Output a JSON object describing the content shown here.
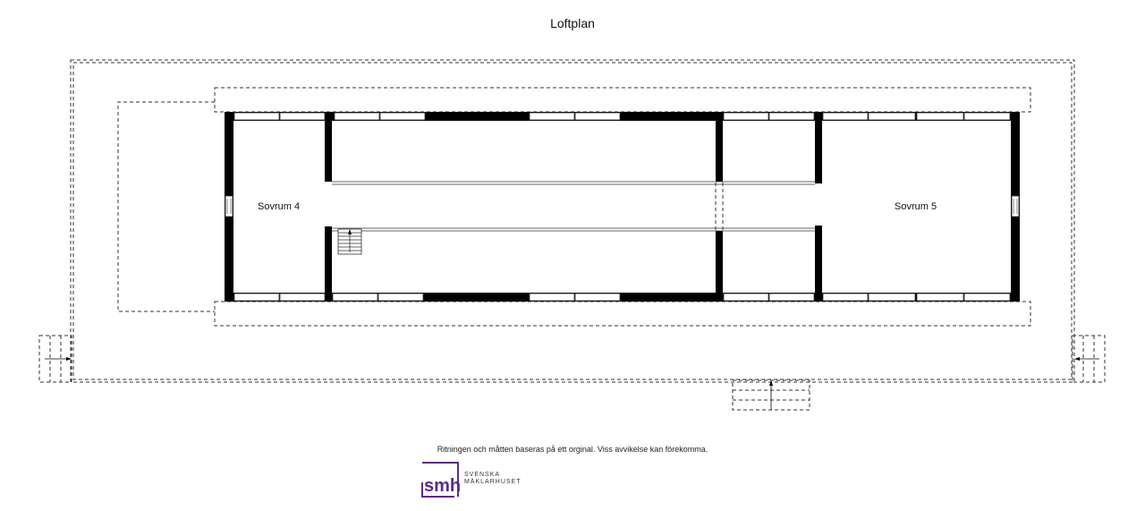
{
  "title": "Loftplan",
  "rooms": {
    "bedroom_4": "Sovrum 4",
    "bedroom_5": "Sovrum 5"
  },
  "disclaimer": "Ritningen och måtten baseras på ett orginal. Viss avvikelse kan förekomma.",
  "logo": {
    "mark": "smh",
    "line1": "SVENSKA",
    "line2": "MÄKLARHUSET",
    "color": "#5b2c83"
  },
  "icons": [
    "stair-arrow-icon",
    "smh-logo-icon"
  ]
}
